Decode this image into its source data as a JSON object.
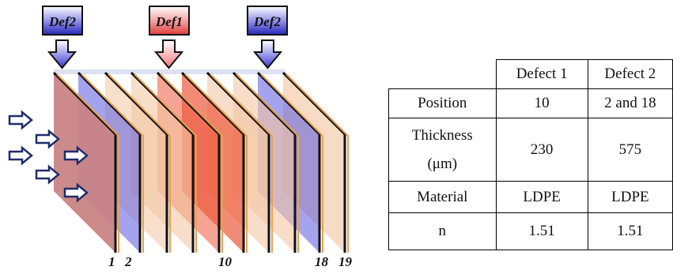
{
  "diagram": {
    "defect_labels": [
      "Def2",
      "Def1",
      "Def2"
    ],
    "layer_numbers": [
      "1",
      "2",
      "10",
      "18",
      "19"
    ],
    "colors": {
      "plate": "#f3c7a4",
      "defect1": "#ec5a3c",
      "defect2": "#5a5ae0",
      "first_plate": "#c98485",
      "box_def2": "#3c3cc8",
      "box_def1": "#e85050",
      "incident_arrow": "#1f2d6b"
    },
    "icons": [
      "incident-wave-arrow",
      "down-arrow-icon"
    ]
  },
  "table": {
    "col_headers": [
      "Defect 1",
      "Defect 2"
    ],
    "rows": [
      {
        "label": "Position",
        "label2": "",
        "values": [
          "10",
          "2 and 18"
        ]
      },
      {
        "label": "Thickness",
        "label2": "(μm)",
        "values": [
          "230",
          "575"
        ]
      },
      {
        "label": "Material",
        "label2": "",
        "values": [
          "LDPE",
          "LDPE"
        ]
      },
      {
        "label": "n",
        "label2": "",
        "values": [
          "1.51",
          "1.51"
        ]
      }
    ]
  }
}
